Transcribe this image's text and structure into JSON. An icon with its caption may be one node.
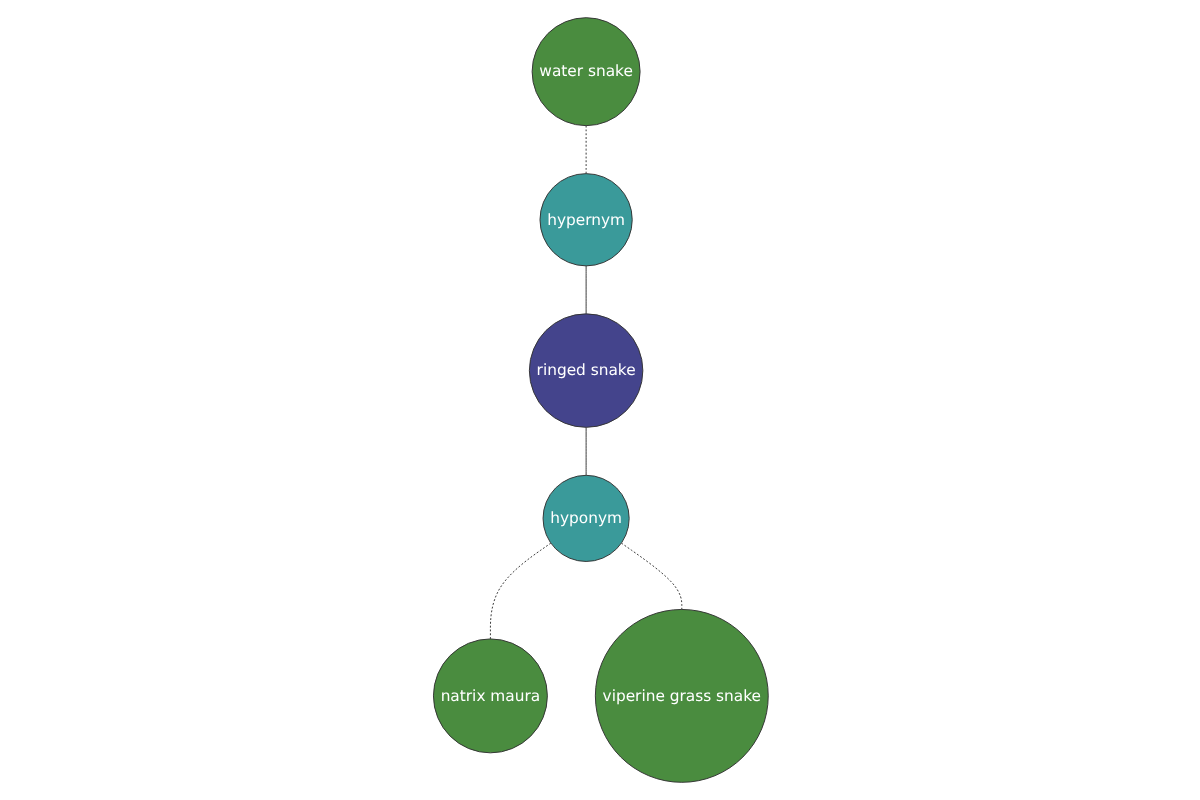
{
  "diagram": {
    "nodes": [
      {
        "text": [
          "water snake"
        ]
      },
      {
        "text": [
          "hypernym"
        ]
      },
      {
        "text": [
          "ringed snake"
        ]
      },
      {
        "text": [
          "natrix maura"
        ]
      },
      {
        "text": [
          "hyponym"
        ]
      },
      {
        "text": [
          "viperine grass snake"
        ]
      }
    ],
    "edges": [
      {
        "from": 0,
        "to": 1,
        "arrow": "none",
        "style": "dashed"
      },
      {
        "from": 1,
        "to": 2,
        "arrow": "none"
      },
      {
        "from": 2,
        "to": 4,
        "arrow": "none"
      },
      {
        "from": 4,
        "to": 3,
        "arrow": "none",
        "style": "dashed"
      },
      {
        "from": 4,
        "to": 5,
        "arrow": "none",
        "style": "dashed"
      }
    ]
  }
}
